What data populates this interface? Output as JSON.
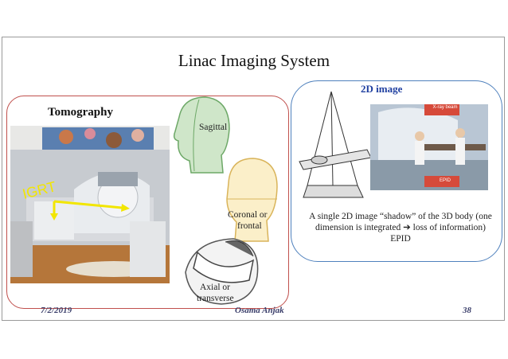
{
  "slide": {
    "title": "Linac Imaging System",
    "tomography_label": "Tomography",
    "igrt_label": "IGRT",
    "planes": {
      "sagittal": "Sagittal",
      "coronal_line1": "Coronal or",
      "coronal_line2": "frontal",
      "axial_line1": "Axial or",
      "axial_line2": "transverse"
    },
    "image2d_label": "2D image",
    "xray_beam_label": "X-ray beam",
    "epid_label": "EPID",
    "caption_line1": "A single 2D image “shadow” of the 3D body (one",
    "caption_line2": "dimension is integrated ➔ loss  of information) EPID"
  },
  "footer": {
    "date": "7/2/2019",
    "author": "Osama Anjak",
    "page": "38"
  },
  "colors": {
    "left_box_border": "#c0504d",
    "right_box_border": "#4f81bd",
    "label_blue": "#1f3fa0",
    "igrt_arrow": "#f2e600",
    "sagittal_tint": "#8fc68a",
    "coronal_tint": "#f3d58a"
  }
}
